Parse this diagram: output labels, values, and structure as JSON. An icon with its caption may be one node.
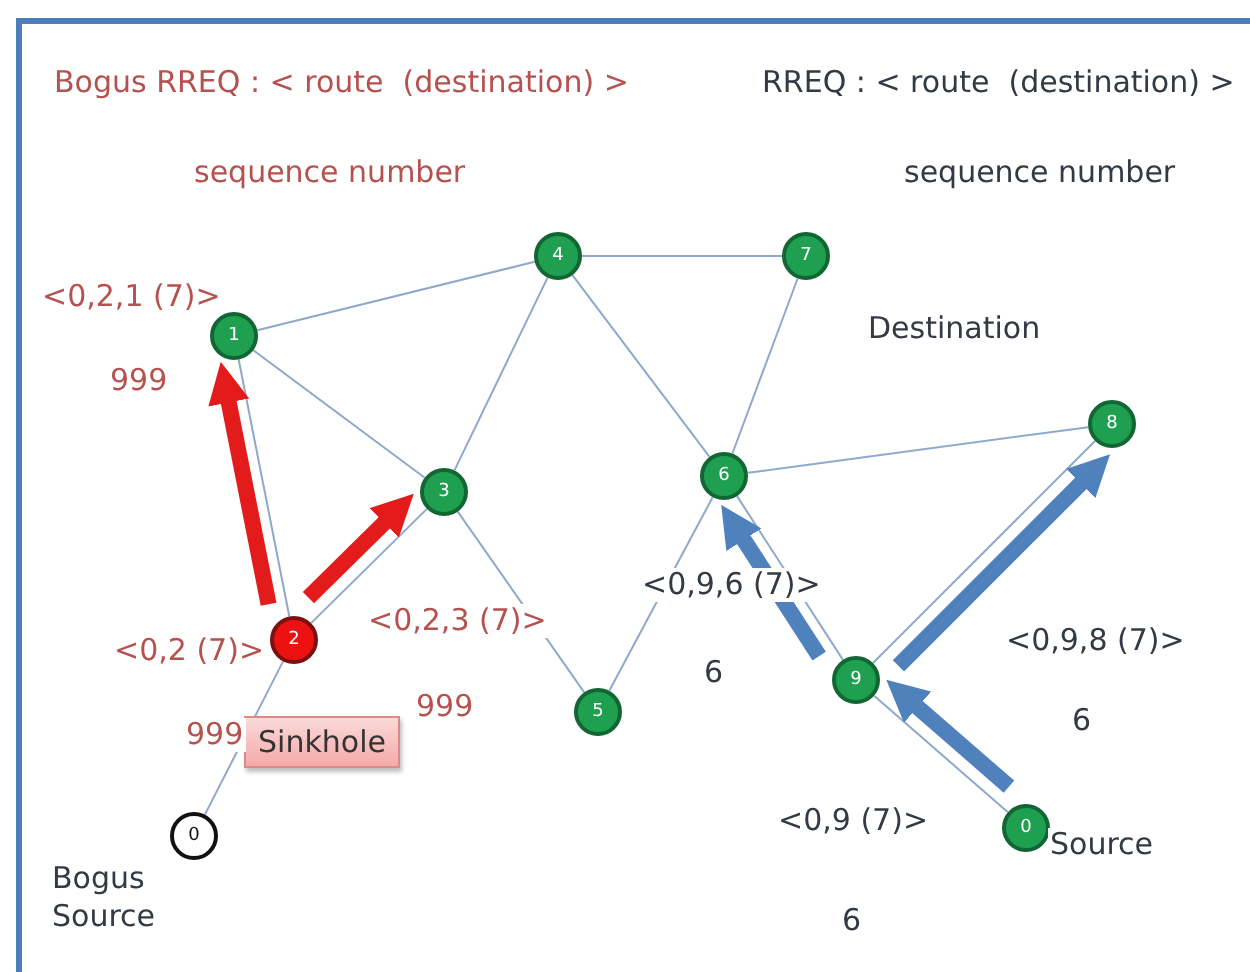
{
  "diagram": {
    "nodes": [
      {
        "text": [
          "1"
        ],
        "beside": [
          "<0,2,1 (7)>",
          "999"
        ]
      },
      {
        "text": [
          "4"
        ]
      },
      {
        "text": [
          "7"
        ],
        "beside": [
          "Destination"
        ]
      },
      {
        "text": [
          "8"
        ]
      },
      {
        "text": [
          "3"
        ]
      },
      {
        "text": [
          "6"
        ]
      },
      {
        "text": [
          "2"
        ],
        "beside": [
          "<0,2 (7)>"
        ]
      },
      {
        "text": [
          "5"
        ]
      },
      {
        "text": [
          "9"
        ]
      },
      {
        "text": [
          "0"
        ],
        "beside": [
          "Bogus Source"
        ]
      },
      {
        "text": [
          "0"
        ],
        "beside": [
          "Source"
        ]
      },
      {
        "text": [
          "Sinkhole"
        ]
      }
    ],
    "edges": [
      {
        "from": 0,
        "to": 1,
        "arrow": "none"
      },
      {
        "from": 0,
        "to": 4,
        "arrow": "none"
      },
      {
        "from": 0,
        "to": 6,
        "arrow": "none"
      },
      {
        "from": 1,
        "to": 4,
        "arrow": "none"
      },
      {
        "from": 1,
        "to": 2,
        "arrow": "none"
      },
      {
        "from": 1,
        "to": 5,
        "arrow": "none"
      },
      {
        "from": 2,
        "to": 5,
        "arrow": "none"
      },
      {
        "from": 5,
        "to": 3,
        "arrow": "none"
      },
      {
        "from": 4,
        "to": 6,
        "arrow": "none"
      },
      {
        "from": 4,
        "to": 7,
        "arrow": "none"
      },
      {
        "from": 7,
        "to": 5,
        "arrow": "none"
      },
      {
        "from": 5,
        "to": 8,
        "arrow": "none"
      },
      {
        "from": 8,
        "to": 3,
        "arrow": "none"
      },
      {
        "from": 8,
        "to": 10,
        "arrow": "none"
      },
      {
        "from": 6,
        "to": 9,
        "arrow": "none"
      },
      {
        "from": 6,
        "to": 0,
        "arrow": "to",
        "style": "thick",
        "color": "#e31b1b"
      },
      {
        "from": 6,
        "to": 4,
        "arrow": "to",
        "style": "thick",
        "color": "#e31b1b"
      },
      {
        "from": 10,
        "to": 8,
        "arrow": "to",
        "style": "thick",
        "color": "#4f81bd"
      },
      {
        "from": 8,
        "to": 5,
        "arrow": "to",
        "style": "thick",
        "color": "#4f81bd"
      },
      {
        "from": 8,
        "to": 3,
        "arrow": "to",
        "style": "thick",
        "color": "#4f81bd"
      }
    ],
    "labels": [
      "Bogus RREQ : < route  (destination) >",
      "sequence number",
      "RREQ : < route  (destination) >",
      "sequence number",
      "<0,2,3 (7)>",
      "999",
      "999",
      "<0,9,6 (7)>",
      "6",
      "<0,9,8 (7)>",
      "6",
      "<0,9 (7)>",
      "6"
    ]
  }
}
